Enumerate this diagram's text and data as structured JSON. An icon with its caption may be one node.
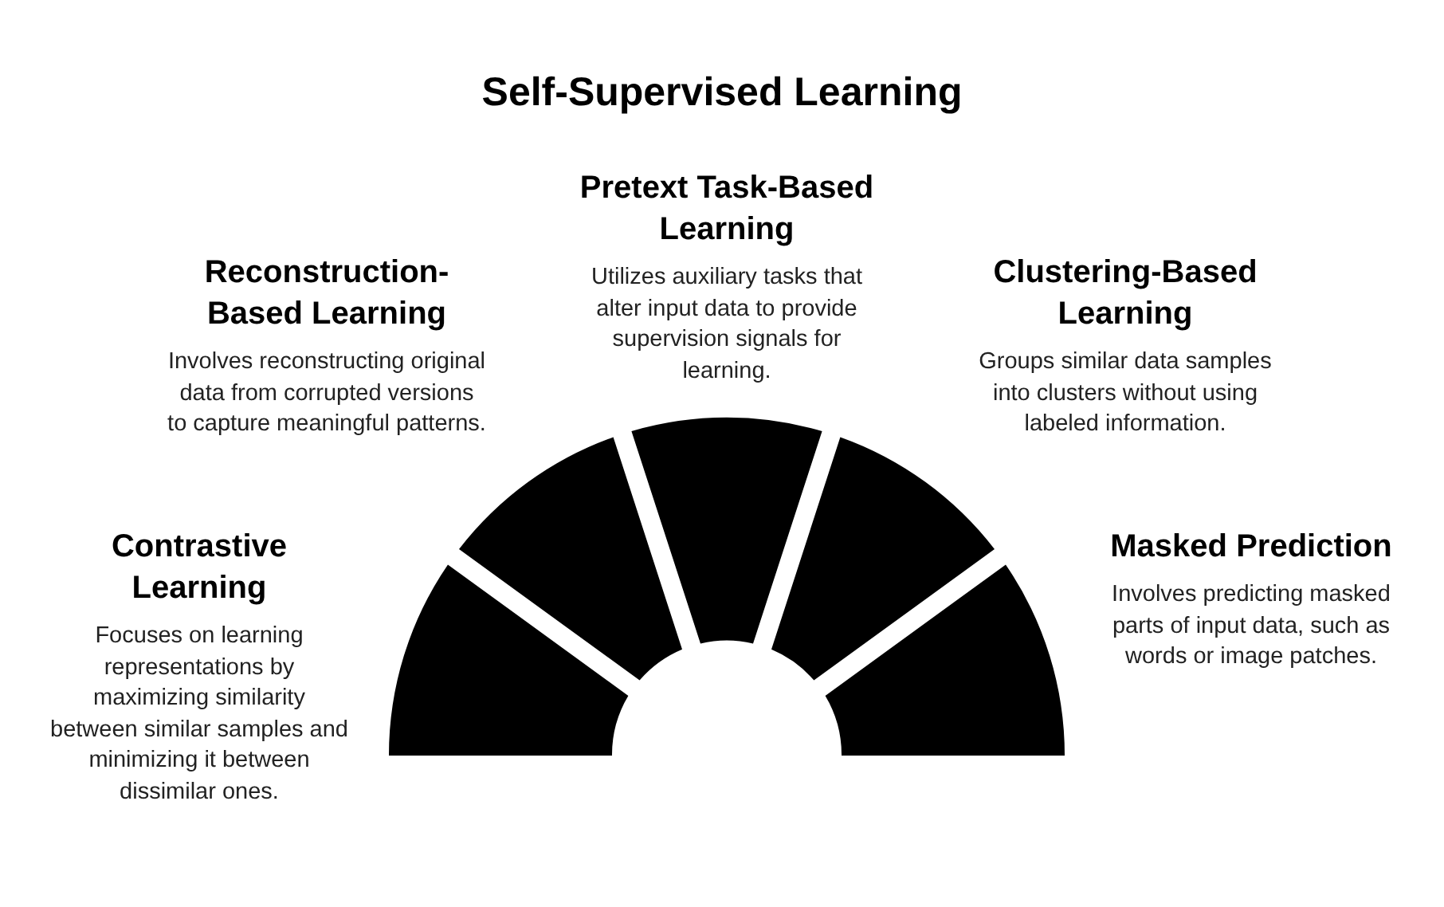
{
  "diagram": {
    "title": "Self-Supervised Learning",
    "nodes": [
      {
        "text": [],
        "shape": "sector",
        "beside": [
          "Contrastive Learning",
          "Focuses on learning representations by maximizing similarity between similar samples and minimizing it between dissimilar ones."
        ]
      },
      {
        "text": [],
        "shape": "sector",
        "beside": [
          "Reconstruction-Based Learning",
          "Involves reconstructing original data from corrupted versions to capture meaningful patterns."
        ]
      },
      {
        "text": [],
        "shape": "sector",
        "beside": [
          "Pretext Task-Based Learning",
          "Utilizes auxiliary tasks that alter input data to provide supervision signals for learning."
        ]
      },
      {
        "text": [],
        "shape": "sector",
        "beside": [
          "Clustering-Based Learning",
          "Groups similar data samples into clusters without using labeled information."
        ]
      },
      {
        "text": [],
        "shape": "sector",
        "beside": [
          "Masked Prediction",
          "Involves predicting masked parts of input data, such as words or image patches."
        ]
      }
    ]
  }
}
